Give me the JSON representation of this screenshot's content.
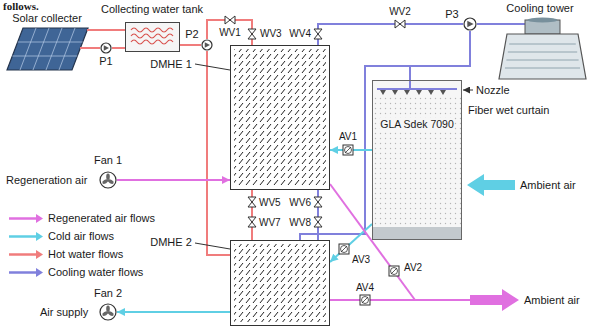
{
  "diagram": {
    "nodes": [
      {
        "text": [
          "Solar collecter"
        ]
      },
      {
        "text": [
          "Collecting water tank"
        ]
      },
      {
        "text": [
          "P1"
        ]
      },
      {
        "text": [
          "P2"
        ]
      },
      {
        "text": [
          "Cooling tower"
        ]
      },
      {
        "text": [
          "P3"
        ]
      },
      {
        "text": [
          "DMHE 1"
        ]
      },
      {
        "text": [
          "Fiber wet curtain",
          "GLA Sdek 7090"
        ]
      },
      {
        "text": [
          "Fan 1"
        ]
      },
      {
        "text": [
          "DMHE 2"
        ]
      },
      {
        "text": [
          "Fan 2"
        ]
      }
    ],
    "edges": [
      {
        "from": 0,
        "to": 1,
        "arrow": "none"
      },
      {
        "from": 0,
        "to": 2,
        "arrow": "none"
      },
      {
        "from": 2,
        "to": 1,
        "arrow": "none"
      },
      {
        "from": 1,
        "to": 3,
        "arrow": "none"
      },
      {
        "from": 3,
        "to": 6,
        "arrow": "none"
      },
      {
        "from": 3,
        "to": 9,
        "arrow": "none"
      },
      {
        "from": 4,
        "to": 5,
        "arrow": "none"
      },
      {
        "from": 5,
        "to": 6,
        "arrow": "none"
      },
      {
        "from": 5,
        "to": 7,
        "arrow": "none"
      },
      {
        "from": 5,
        "to": 9,
        "arrow": "none"
      },
      {
        "from": 8,
        "to": 6,
        "arrow": "to"
      },
      {
        "from": 7,
        "to": 6,
        "arrow": "to"
      },
      {
        "from": 7,
        "to": 9,
        "arrow": "to"
      },
      {
        "from": 9,
        "to": 10,
        "arrow": "to"
      }
    ],
    "labels": [
      "follows.",
      "WV1",
      "WV2",
      "WV3",
      "WV4",
      "Nozzle",
      "AV1",
      "Regeneration air",
      "WV5",
      "WV6",
      "WV7",
      "WV8",
      "AV2",
      "AV3",
      "AV4",
      "Air supply",
      "Ambient air",
      "Ambient air"
    ],
    "legend": [
      {
        "text": "Regenerated air flows"
      },
      {
        "text": "Cold air flows"
      },
      {
        "text": "Hot water flows"
      },
      {
        "text": "Cooling water flows"
      }
    ]
  }
}
